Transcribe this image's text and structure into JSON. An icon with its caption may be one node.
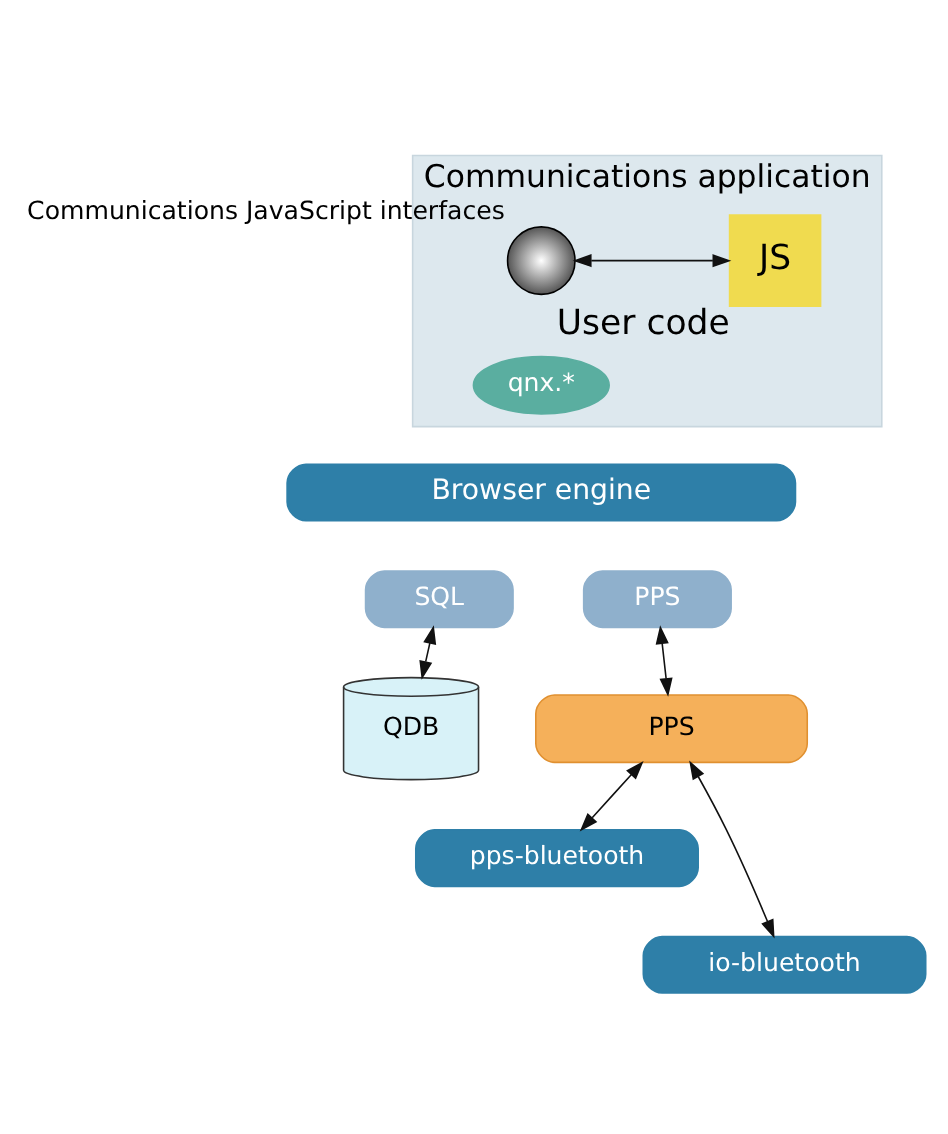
{
  "diagram": {
    "nodes": [
      {
        "text": [
          "Communications application"
        ]
      },
      {
        "text": [
          "JS"
        ],
        "in": 0,
        "beside": [
          "User code"
        ]
      },
      {
        "text": [],
        "shape": "circle",
        "in": 0,
        "beside": [
          "Communications JavaScript interfaces"
        ]
      },
      {
        "text": [
          "qnx.*"
        ],
        "in": 0
      },
      {
        "text": [
          "Browser engine"
        ]
      },
      {
        "text": [
          "SQL"
        ]
      },
      {
        "text": [
          "PPS"
        ]
      },
      {
        "text": [
          "QDB"
        ]
      },
      {
        "text": [
          "PPS"
        ]
      },
      {
        "text": [
          "pps-bluetooth"
        ]
      },
      {
        "text": [
          "io-bluetooth"
        ]
      }
    ],
    "edges": [
      {
        "from": 1,
        "to": 2,
        "arrow": "both"
      },
      {
        "from": 5,
        "to": 7,
        "arrow": "both"
      },
      {
        "from": 6,
        "to": 8,
        "arrow": "both"
      },
      {
        "from": 8,
        "to": 9,
        "arrow": "both"
      },
      {
        "from": 8,
        "to": 10,
        "arrow": "both"
      }
    ]
  }
}
